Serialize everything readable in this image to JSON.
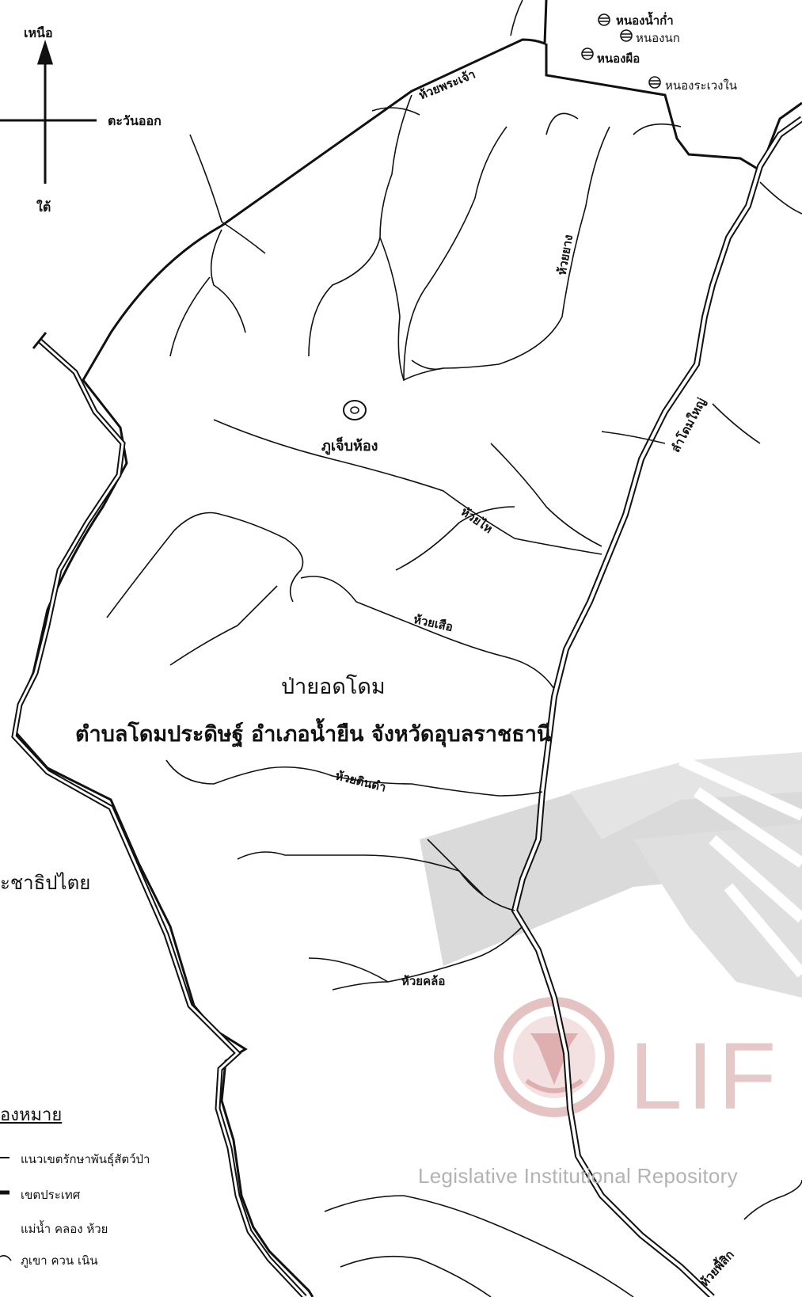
{
  "compass": {
    "north": "เหนือ",
    "east": "ตะวันออก",
    "south": "ใต้"
  },
  "title": {
    "line1": "ป่ายอดโดม",
    "line2": "ตำบลโดมประดิษฐ์ อำเภอน้ำยืน จังหวัดอุบลราชธานี"
  },
  "labels": {
    "ponds": [
      "หนองน้ำก่ำ",
      "หนองนก",
      "หนองผือ",
      "หนองระเวงใน"
    ],
    "huay_phra_chao": "ห้วยพระเจ้า",
    "huay_yang": "ห้วยยาง",
    "phu_jeb_hong": "ภูเจ็บห้อง",
    "lam_dom_yai": "ลำโดมใหญ่",
    "huay_hai": "ห้วยไห",
    "huay_suea": "ห้วยเสือ",
    "huay_din_dam": "ห้วยดินดำ",
    "huay_kho": "ห้วยคล้อ",
    "huay_bottom": "ห้วยพี้สิก",
    "country_edge": "ะชาธิปไตย"
  },
  "legend": {
    "title": "องหมาย",
    "items": [
      "แนวเขตรักษาพันธุ์สัตว์ป่า",
      "เขตประเทศ",
      "แม่น้ำ คลอง ห้วย",
      "ภูเขา ควน เนิน"
    ]
  },
  "watermark": {
    "repository": "Legislative Institutional Repository",
    "logo_text": "LIF"
  },
  "colors": {
    "ink": "#111111",
    "watermark_gray": "#cfcfcf",
    "watermark_red": "#d9a3a3"
  }
}
